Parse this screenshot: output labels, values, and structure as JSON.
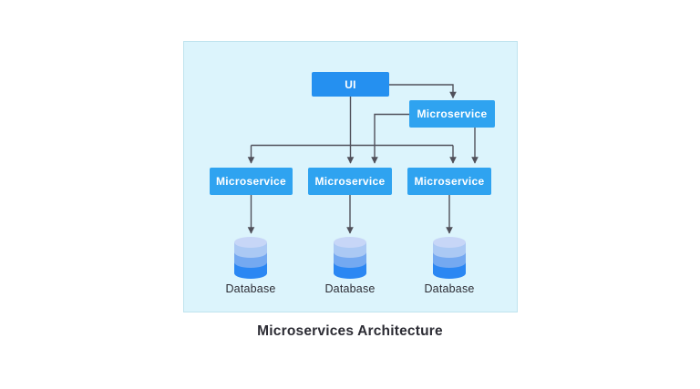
{
  "diagram": {
    "caption": "Microservices Architecture",
    "nodes": {
      "ui": {
        "label": "UI"
      },
      "gateway": {
        "label": "Microservice"
      },
      "ms1": {
        "label": "Microservice"
      },
      "ms2": {
        "label": "Microservice"
      },
      "ms3": {
        "label": "Microservice"
      },
      "db1": {
        "label": "Database"
      },
      "db2": {
        "label": "Database"
      },
      "db3": {
        "label": "Database"
      }
    },
    "colors": {
      "panel_bg": "#dcf4fc",
      "panel_border": "#bfe3ee",
      "ui_box": "#2590f0",
      "service_box": "#2fa3f0",
      "line": "#50505a",
      "text_dark": "#2d2d35",
      "node_text": "#ffffff",
      "cylinder_top": "#c7d6f7",
      "cylinder_band1": "#abc9f4",
      "cylinder_band2": "#74a9f1",
      "cylinder_band3": "#2b87f3"
    }
  }
}
